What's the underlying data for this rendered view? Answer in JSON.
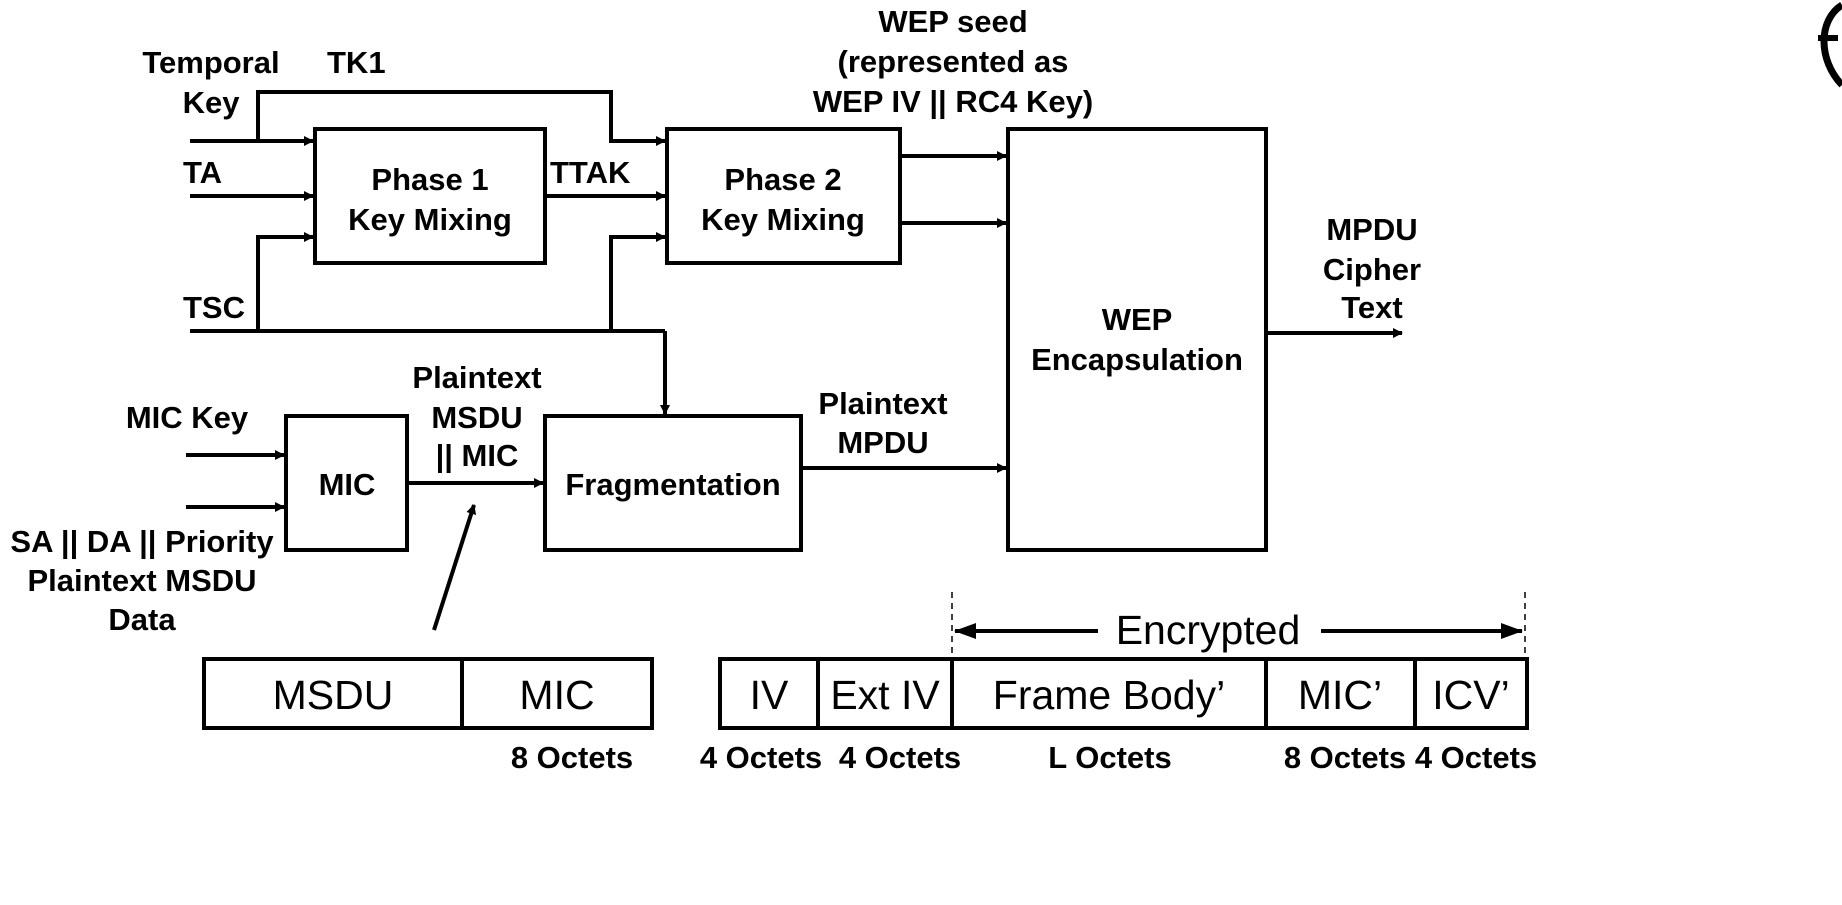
{
  "blocks": {
    "phase1": [
      "Phase 1",
      "Key Mixing"
    ],
    "phase2": [
      "Phase 2",
      "Key Mixing"
    ],
    "mic": "MIC",
    "fragmentation": "Fragmentation",
    "wep": [
      "WEP",
      "Encapsulation"
    ]
  },
  "inputs": {
    "temporal_key": [
      "Temporal",
      "Key"
    ],
    "tk1": "TK1",
    "ta": "TA",
    "tsc": "TSC",
    "mic_key": "MIC Key",
    "sa_da": [
      "SA || DA || Priority",
      "Plaintext MSDU",
      "Data"
    ]
  },
  "signals": {
    "ttak": "TTAK",
    "wep_seed": [
      "WEP seed",
      "(represented as",
      "WEP IV || RC4 Key)"
    ],
    "plain_msdu_mic": [
      "Plaintext",
      "MSDU",
      "|| MIC"
    ],
    "plain_mpdu": [
      "Plaintext",
      "MPDU"
    ],
    "mpdu_cipher": [
      "MPDU",
      "Cipher",
      "Text"
    ]
  },
  "msdu_frame": {
    "fields": [
      "MSDU",
      "MIC"
    ],
    "sizes": [
      "8 Octets"
    ]
  },
  "mpdu_frame": {
    "encrypted_label": "Encrypted",
    "fields": [
      "IV",
      "Ext IV",
      "Frame Body’",
      "MIC’",
      "ICV’"
    ],
    "sizes": [
      "4 Octets",
      "4 Octets",
      "L Octets",
      "8 Octets",
      "4 Octets"
    ]
  }
}
